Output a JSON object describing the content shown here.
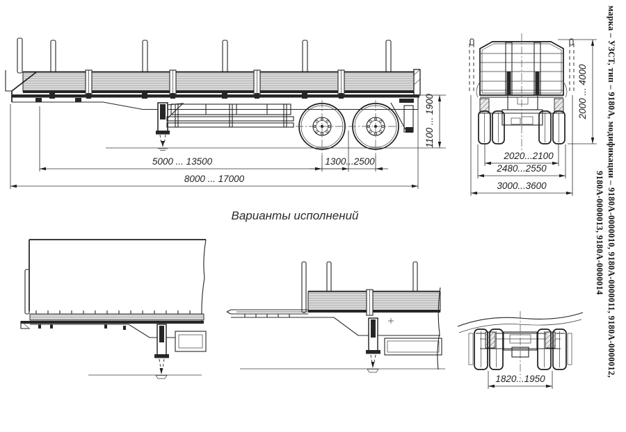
{
  "drawing": {
    "subject": "flatbed semi-trailer technical drawing",
    "line_color": "#1d1d1d",
    "panel_fill": "#dcdcdc"
  },
  "labels": {
    "variants": "Варианты исполнений"
  },
  "side_note": {
    "line1": "марка – УЗСТ, тип – 9180А, модификации – 9180А-0000010, 9180А-0000011, 9180А-0000012,",
    "line2": "9180А-0000013, 9180А-0000014"
  },
  "dims": {
    "kingpin_to_bogie": "5000 ... 13500",
    "overall_length": "8000 ... 17000",
    "bogie_spread": "1300...2500",
    "loading_height": "1100 ... 1900",
    "rear_track": "2020...2100",
    "width_over_tyres": "2480...2550",
    "overall_width": "3000...3600",
    "overall_height": "2000 ... 4000",
    "variant_track": "1820...1950"
  }
}
